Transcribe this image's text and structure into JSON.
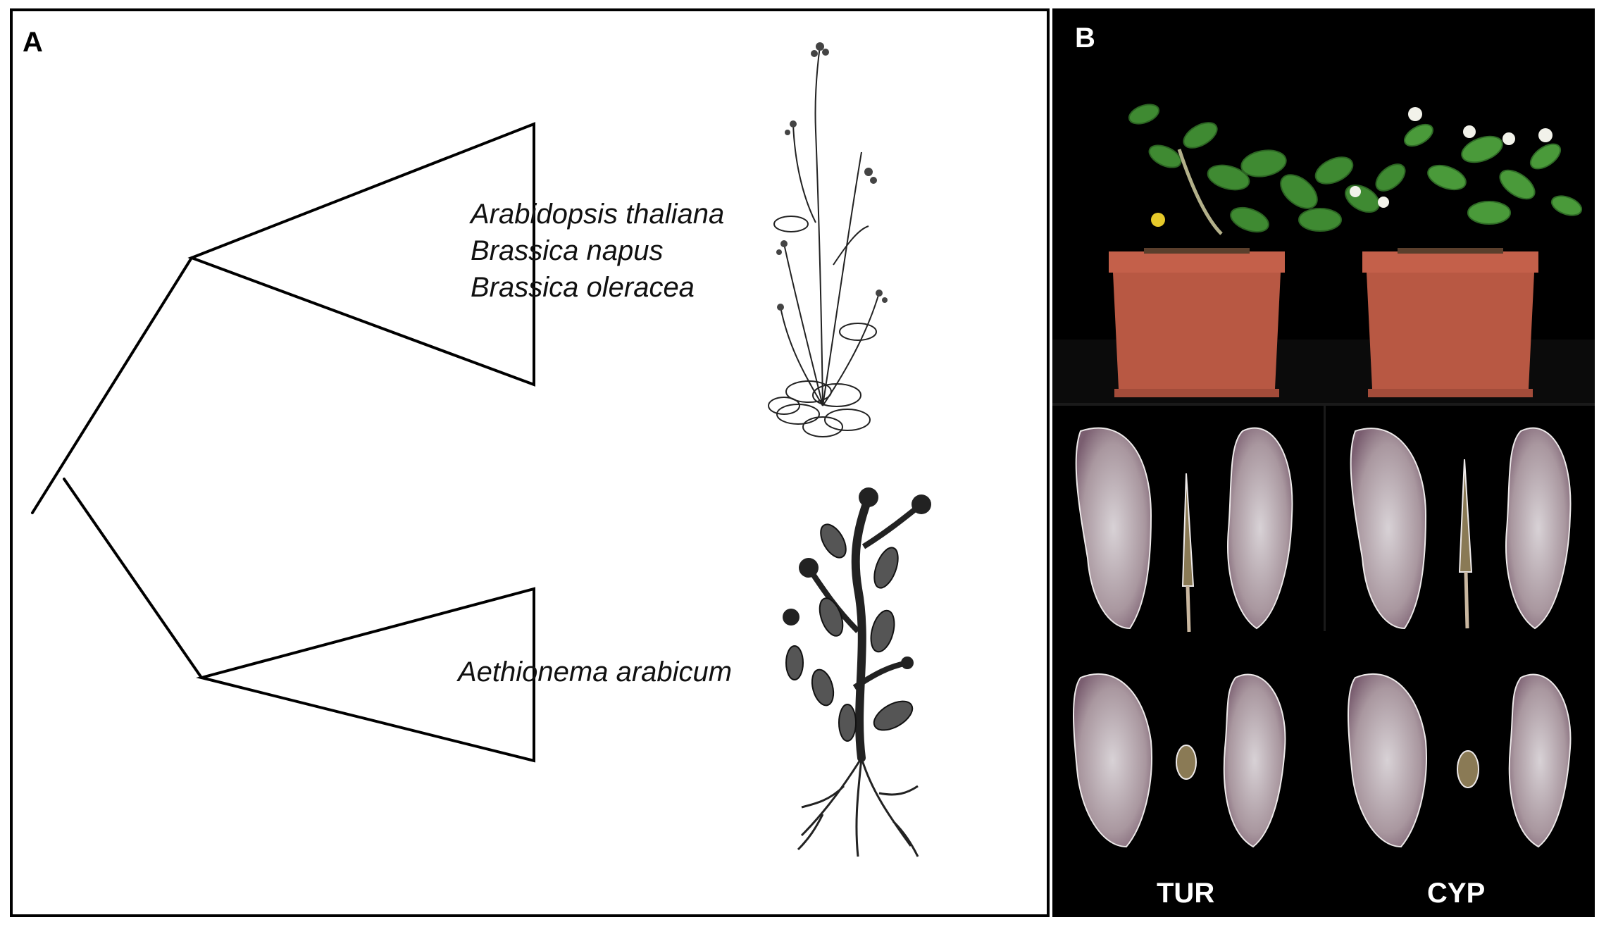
{
  "panels": {
    "a": {
      "label": "A",
      "clade_upper": [
        "Arabidopsis thaliana",
        "Brassica napus",
        "Brassica oleracea"
      ],
      "clade_lower": [
        "Aethionema arabicum"
      ]
    },
    "b": {
      "label": "B",
      "populations": [
        "TUR",
        "CYP"
      ]
    }
  },
  "colors": {
    "pot": "#c4604a",
    "leaf": "#3f8a32",
    "petal": "#ffffff",
    "wing": "#c8c0c6",
    "wing_tint": "#7a5e70",
    "seed": "#8a7a55",
    "ink": "#000000"
  },
  "icons": [
    "arabidopsis-drawing",
    "aethionema-drawing"
  ]
}
